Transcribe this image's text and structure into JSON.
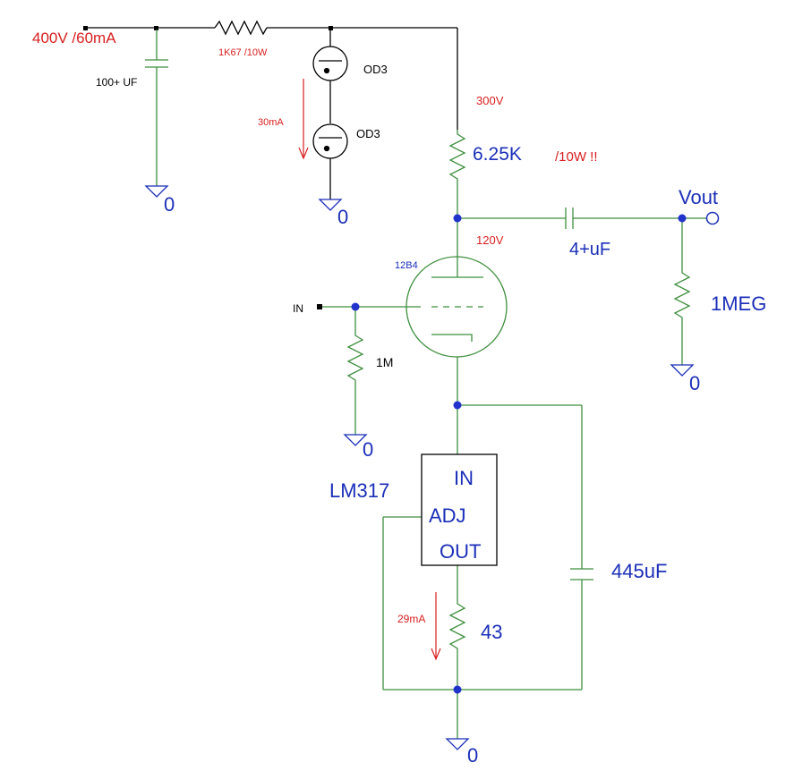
{
  "colors": {
    "wire_green": "#3f8f3f",
    "wire_black": "#000000",
    "label_blue": "#1b2fb8",
    "label_red": "#d81e1e",
    "node_blue": "#2233cc",
    "ground_blue": "#1b2fb8"
  },
  "labels": {
    "supply": "400V /60mA",
    "r_dropper": "1K67 /10W",
    "c_supply": "100+ UF",
    "od3_top": "OD3",
    "od3_bottom": "OD3",
    "i_od3": "30mA",
    "v_300": "300V",
    "r_plate": "6.25K",
    "r_plate_power": "/10W !!",
    "v_plate": "120V",
    "tube": "12B4",
    "c_coupling": "4+uF",
    "vout": "Vout",
    "r_load": "1MEG",
    "input": "IN",
    "r_grid": "1M",
    "regulator": "LM317",
    "pin_in": "IN",
    "pin_adj": "ADJ",
    "pin_out": "OUT",
    "c_bypass": "445uF",
    "i_regulator": "29mA",
    "r_set": "43"
  },
  "grounds": {
    "g_supply": "0",
    "g_od3": "0",
    "g_load": "0",
    "g_grid": "0",
    "g_main": "0"
  }
}
